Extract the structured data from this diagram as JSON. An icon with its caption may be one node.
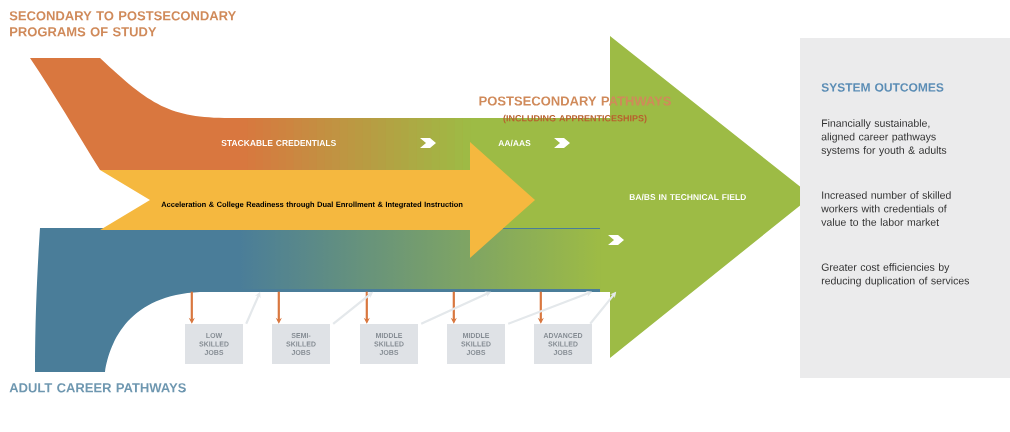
{
  "diagram": {
    "nodes": [
      {
        "text": [
          "SECONDARY TO POSTSECONDARY PROGRAMS OF STUDY",
          "STACKABLE CREDENTIALS"
        ]
      },
      {
        "text": [
          "POSTSECONDARY PATHWAYS",
          "(INCLUDING APPRENTICESHIPS)",
          "AA/AAS",
          "BA/BS IN TECHNICAL FIELD"
        ]
      },
      {
        "text": [
          "Acceleration & College Readiness through Dual Enrollment & Integrated Instruction"
        ]
      },
      {
        "text": [
          "ADULT CAREER PATHWAYS"
        ]
      },
      {
        "text": [
          "SYSTEM OUTCOMES",
          "Financially sustainable, aligned career pathways systems for youth & adults",
          "Increased number of skilled workers with credentials of value to the labor market",
          "Greater cost efficiencies by reducing duplication of services"
        ]
      },
      {
        "text": [
          "LOW SKILLED JOBS"
        ]
      },
      {
        "text": [
          "SEMI-SKILLED JOBS"
        ]
      },
      {
        "text": [
          "MIDDLE SKILLED JOBS"
        ]
      },
      {
        "text": [
          "MIDDLE SKILLED JOBS"
        ]
      },
      {
        "text": [
          "ADVANCED SKILLED JOBS"
        ]
      }
    ],
    "edges": [
      {
        "from": 3,
        "to": 5,
        "arrow": "to",
        "color": "#d9773f"
      },
      {
        "from": 3,
        "to": 6,
        "arrow": "to",
        "color": "#d9773f"
      },
      {
        "from": 3,
        "to": 7,
        "arrow": "to",
        "color": "#d9773f"
      },
      {
        "from": 3,
        "to": 8,
        "arrow": "to",
        "color": "#d9773f"
      },
      {
        "from": 3,
        "to": 9,
        "arrow": "to",
        "color": "#d9773f"
      },
      {
        "from": 5,
        "to": 3,
        "arrow": "to",
        "color": "#e4e8eb"
      },
      {
        "from": 6,
        "to": 3,
        "arrow": "to",
        "color": "#e4e8eb"
      },
      {
        "from": 7,
        "to": 3,
        "arrow": "to",
        "color": "#e4e8eb"
      },
      {
        "from": 8,
        "to": 3,
        "arrow": "to",
        "color": "#e4e8eb"
      },
      {
        "from": 9,
        "to": 1,
        "arrow": "to",
        "color": "#e4e8eb"
      }
    ]
  }
}
